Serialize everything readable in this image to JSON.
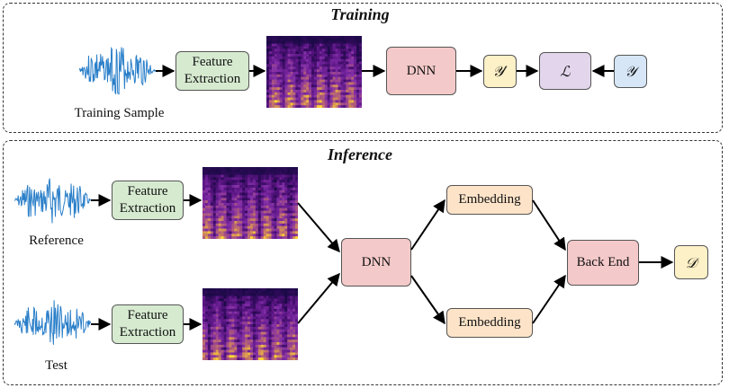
{
  "training": {
    "title": "Training",
    "sample_caption": "Training Sample",
    "feature_extraction": "Feature Extraction",
    "dnn": "DNN",
    "predicted_symbol": "𝒴′",
    "loss_symbol": "ℒ",
    "target_symbol": "𝒴"
  },
  "inference": {
    "title": "Inference",
    "reference_caption": "Reference",
    "test_caption": "Test",
    "feature_extraction_top": "Feature Extraction",
    "feature_extraction_bottom": "Feature Extraction",
    "dnn": "DNN",
    "embedding_top": "Embedding",
    "embedding_bottom": "Embedding",
    "back_end": "Back End",
    "decision_symbol": "𝒟"
  },
  "colors": {
    "waveform": "#2a7fc9",
    "feature_box": "#d6ead0",
    "dnn_box": "#f4c9c9",
    "embedding_box": "#fde4c9",
    "output_box": "#fdf1c7",
    "loss_box": "#e3d6ec",
    "target_box": "#d6e6f7"
  }
}
